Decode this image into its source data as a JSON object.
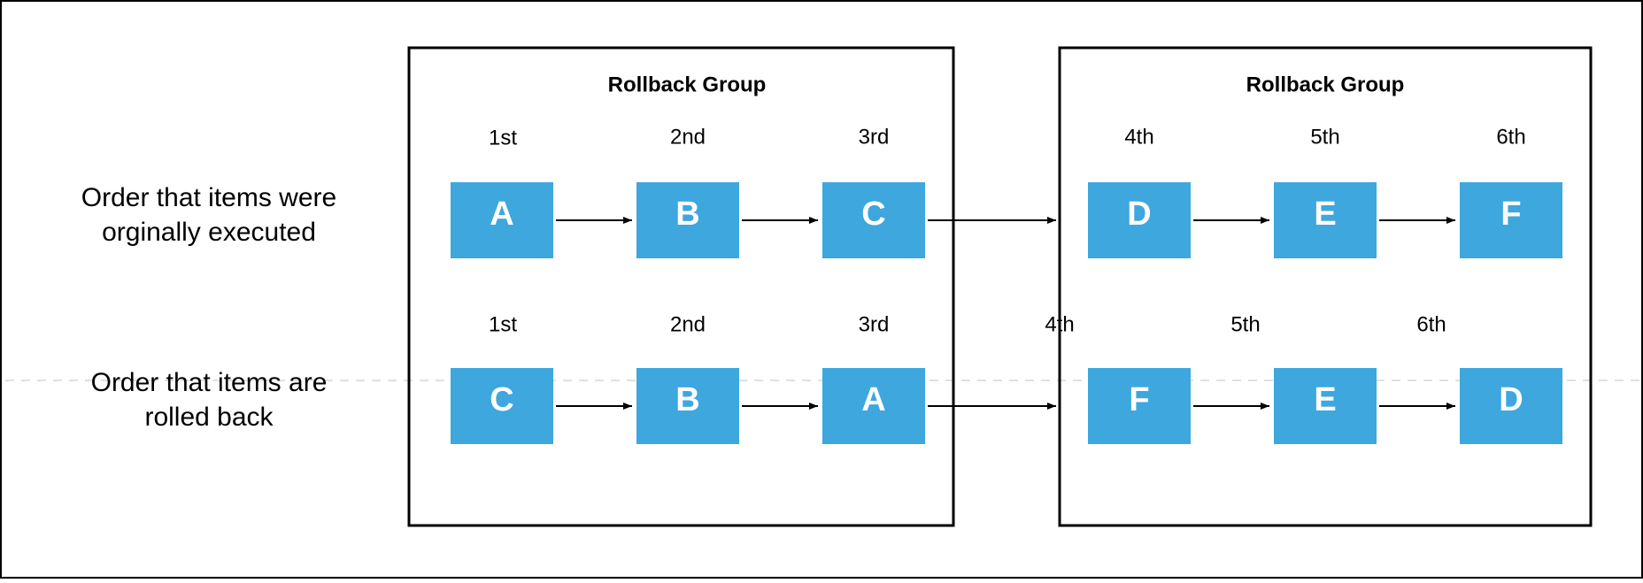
{
  "rows": [
    {
      "label_lines": [
        "Order that items were",
        "orginally executed"
      ],
      "ordinals": [
        "1st",
        "2nd",
        "3rd",
        "4th",
        "5th",
        "6th"
      ],
      "items": [
        "A",
        "B",
        "C",
        "D",
        "E",
        "F"
      ]
    },
    {
      "label_lines": [
        "Order that items are",
        "rolled back"
      ],
      "ordinals": [
        "1st",
        "2nd",
        "3rd",
        "4th",
        "5th",
        "6th"
      ],
      "items": [
        "C",
        "B",
        "A",
        "F",
        "E",
        "D"
      ]
    }
  ],
  "groups": [
    {
      "title": "Rollback Group"
    },
    {
      "title": "Rollback Group"
    }
  ],
  "colors": {
    "box_fill": "#3DA7DE",
    "box_text": "#FFFFFF",
    "stroke": "#000000",
    "dashed_line": "#D6D6D6"
  }
}
